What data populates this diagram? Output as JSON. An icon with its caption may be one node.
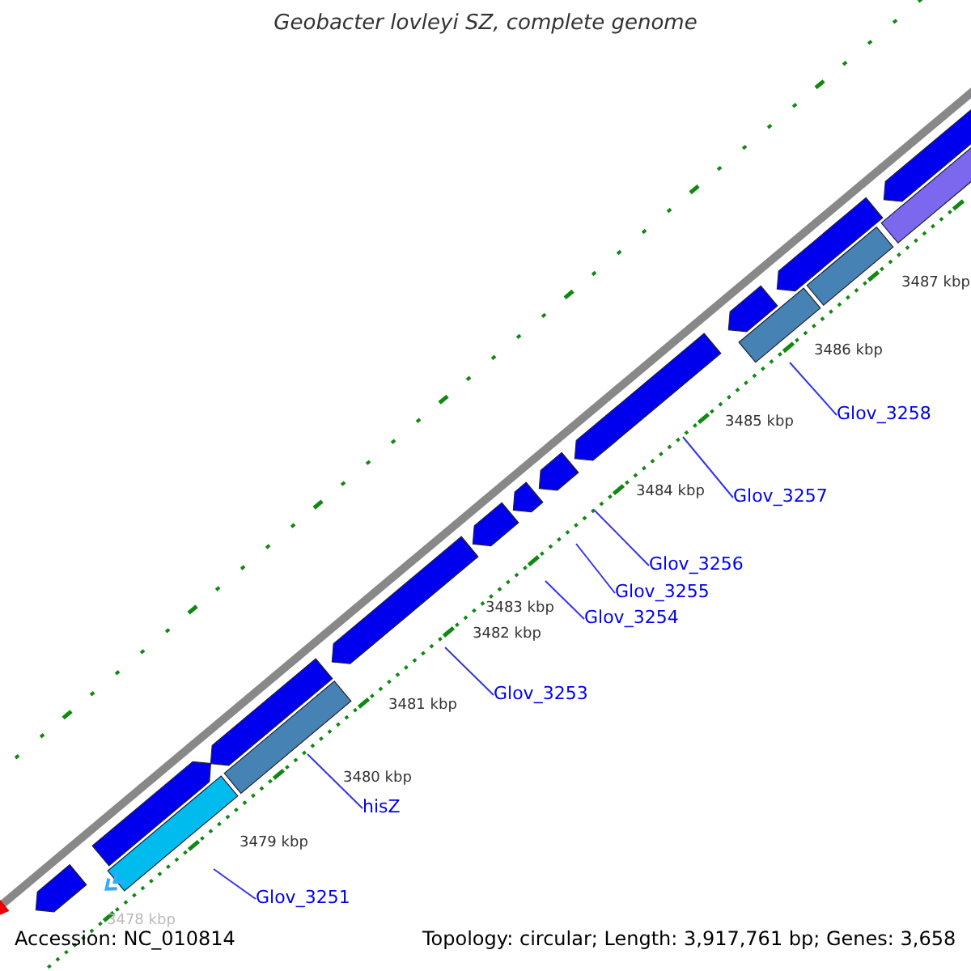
{
  "diagram": {
    "title": "Geobacter lovleyi SZ, complete genome",
    "nodes": [
      {
        "text": [
          "Glov_3258"
        ]
      },
      {
        "text": [
          "Glov_3257"
        ]
      },
      {
        "text": [
          "Glov_3256"
        ]
      },
      {
        "text": [
          "Glov_3255"
        ]
      },
      {
        "text": [
          "Glov_3254"
        ]
      },
      {
        "text": [
          "Glov_3253"
        ]
      },
      {
        "text": [
          "hisZ"
        ]
      },
      {
        "text": [
          "Glov_3251"
        ]
      }
    ],
    "edges": [
      {
        "from": 0,
        "to": null,
        "arrow": "none"
      },
      {
        "from": 1,
        "to": null,
        "arrow": "none"
      },
      {
        "from": 2,
        "to": null,
        "arrow": "none"
      },
      {
        "from": 3,
        "to": null,
        "arrow": "none"
      },
      {
        "from": 4,
        "to": null,
        "arrow": "none"
      },
      {
        "from": 5,
        "to": null,
        "arrow": "none"
      },
      {
        "from": 6,
        "to": null,
        "arrow": "none"
      },
      {
        "from": 7,
        "to": null,
        "arrow": "none"
      }
    ],
    "labels": [
      "3487 kbp",
      "3486 kbp",
      "3485 kbp",
      "3484 kbp",
      "3483 kbp",
      "3482 kbp",
      "3481 kbp",
      "3480 kbp",
      "3479 kbp",
      "3478 kbp",
      "Accession: NC_010814",
      "Topology: circular; Length: 3,917,761 bp; Genes: 3,658"
    ]
  }
}
